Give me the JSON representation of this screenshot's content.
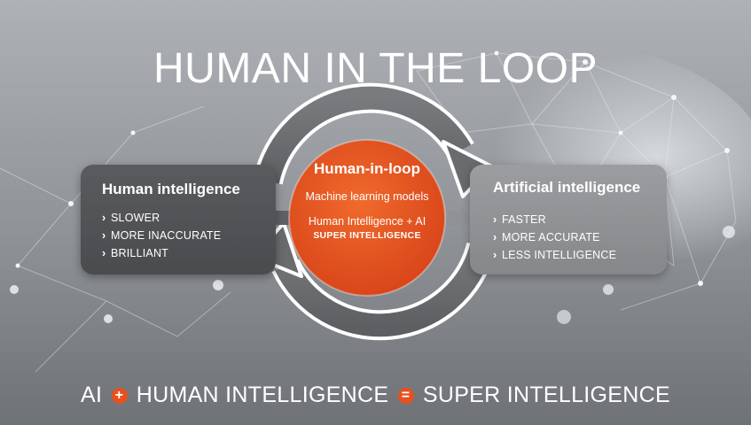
{
  "title": "HUMAN IN THE LOOP",
  "left_panel": {
    "heading": "Human intelligence",
    "items": [
      "SLOWER",
      "MORE INACCURATE",
      "BRILLIANT"
    ]
  },
  "center": {
    "heading": "Human-in-loop",
    "line1": "Machine learning models",
    "line2": "Human Intelligence + AI",
    "line3": "SUPER INTELLIGENCE"
  },
  "right_panel": {
    "heading": "Artificial intelligence",
    "items": [
      "FASTER",
      "MORE ACCURATE",
      "LESS INTELLIGENCE"
    ]
  },
  "equation": {
    "part1": "AI",
    "op1": "+",
    "part2": "HUMAN INTELLIGENCE",
    "op2": "=",
    "part3": "SUPER INTELLIGENCE"
  },
  "colors": {
    "accent": "#e8501e",
    "left_panel": "#535457",
    "right_panel": "#929396",
    "arrow": "#6c6d70"
  },
  "icons": {
    "list_bullet": "chevron-right-icon"
  }
}
